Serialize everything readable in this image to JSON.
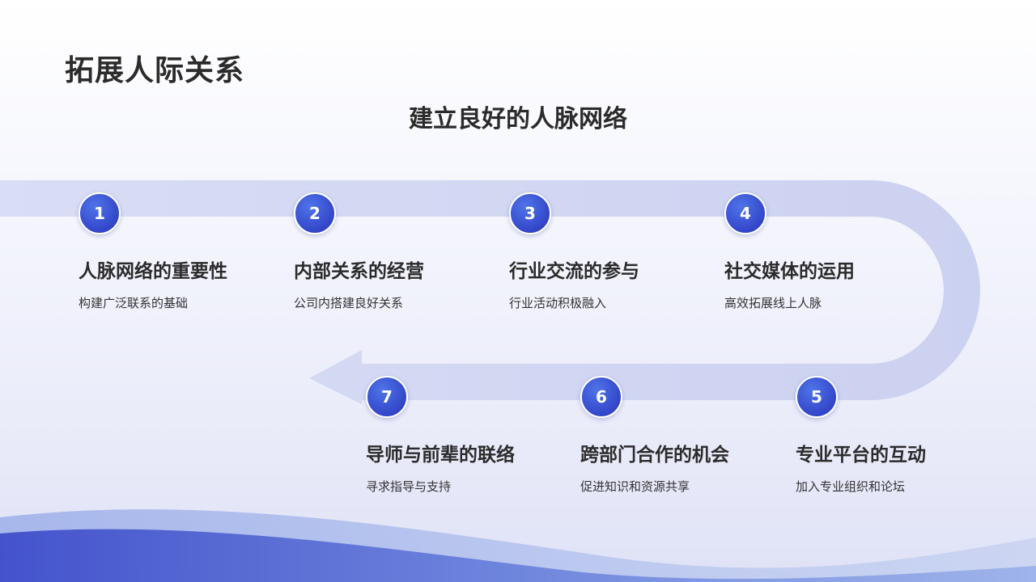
{
  "slide": {
    "title": "拓展人际关系",
    "subtitle": "建立良好的人脉网络"
  },
  "steps": [
    {
      "num": "1",
      "title": "人脉网络的重要性",
      "desc": "构建广泛联系的基础"
    },
    {
      "num": "2",
      "title": "内部关系的经营",
      "desc": "公司内搭建良好关系"
    },
    {
      "num": "3",
      "title": "行业交流的参与",
      "desc": "行业活动积极融入"
    },
    {
      "num": "4",
      "title": "社交媒体的运用",
      "desc": "高效拓展线上人脉"
    },
    {
      "num": "5",
      "title": "专业平台的互动",
      "desc": "加入专业组织和论坛"
    },
    {
      "num": "6",
      "title": "跨部门合作的机会",
      "desc": "促进知识和资源共享"
    },
    {
      "num": "7",
      "title": "导师与前辈的联络",
      "desc": "寻求指导与支持"
    }
  ],
  "colors": {
    "accent": "#3346c9",
    "path": "#cdd3f1",
    "text": "#2b2b2b"
  }
}
